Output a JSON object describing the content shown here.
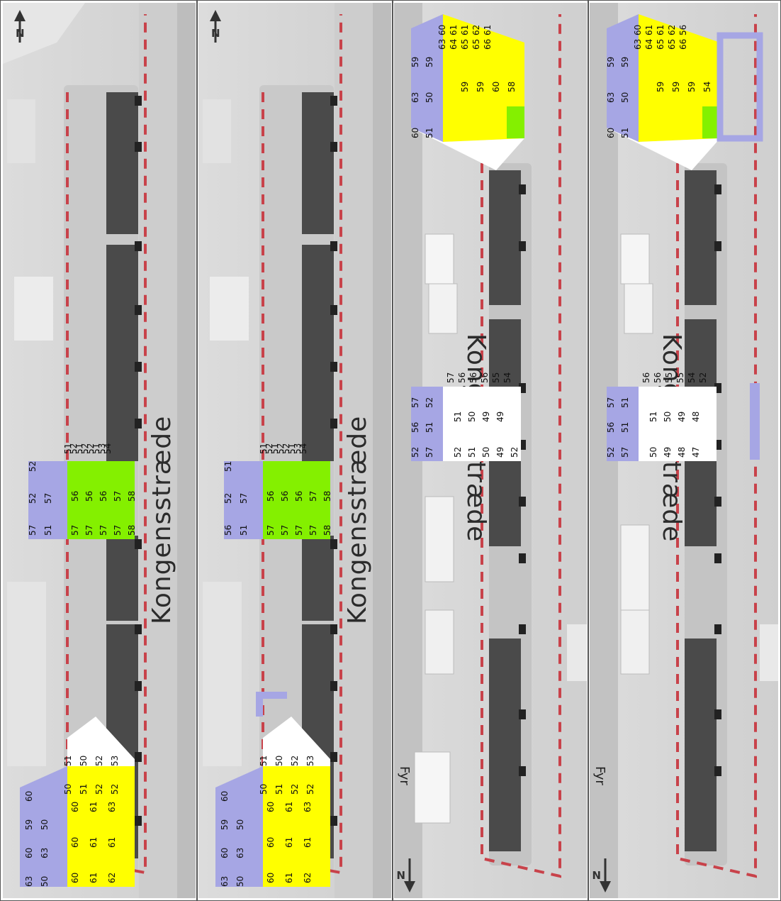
{
  "street_name": "Kongensstræde",
  "north_label": "N",
  "fyr_label": "Fyr",
  "colors": {
    "roof": "#a6a6e4",
    "yellow": "#ffff00",
    "green": "#84f000",
    "white": "#ffffff",
    "dash": "#c8424a",
    "pavement": "#d2d2d2",
    "dark": "#4a4a4a"
  },
  "panels": [
    {
      "id": "panel-1",
      "north_arrow": "top",
      "blocks": {
        "left": {
          "roof_labels": [
            "63",
            "60",
            "59",
            "60",
            "50",
            "63",
            "50"
          ],
          "white_labels": [
            "50",
            "51",
            "51",
            "50",
            "52",
            "52",
            "52",
            "53"
          ],
          "yellow_labels": [
            "60",
            "60",
            "60",
            "61",
            "61",
            "61",
            "62",
            "61",
            "63"
          ]
        },
        "mid": {
          "roof_labels": [
            "57",
            "52",
            "52",
            "51",
            "57"
          ],
          "top_labels": [
            "51",
            "52",
            "51",
            "52",
            "52",
            "51",
            "53",
            "54"
          ],
          "green_labels": [
            "57",
            "56",
            "57",
            "56",
            "57",
            "56",
            "57",
            "57",
            "58",
            "58"
          ]
        }
      }
    },
    {
      "id": "panel-2",
      "north_arrow": "top",
      "blocks": {
        "left": {
          "roof_labels": [
            "63",
            "60",
            "59",
            "60",
            "50",
            "63",
            "50"
          ],
          "white_labels": [
            "50",
            "51",
            "51",
            "50",
            "52",
            "52",
            "52",
            "53"
          ],
          "yellow_labels": [
            "60",
            "60",
            "60",
            "61",
            "61",
            "61",
            "62",
            "61",
            "63"
          ]
        },
        "mid": {
          "roof_labels": [
            "56",
            "52",
            "51",
            "51",
            "57"
          ],
          "top_labels": [
            "51",
            "52",
            "51",
            "52",
            "52",
            "51",
            "53",
            "54"
          ],
          "green_labels": [
            "57",
            "56",
            "57",
            "56",
            "57",
            "56",
            "57",
            "57",
            "58",
            "58"
          ]
        }
      }
    },
    {
      "id": "panel-3",
      "north_arrow": "bottom",
      "blocks": {
        "mid": {
          "roof_labels": [
            "52",
            "56",
            "57",
            "57",
            "51",
            "52"
          ],
          "top_labels": [
            "57",
            "56",
            "56",
            "56",
            "55",
            "54"
          ],
          "white_labels": [
            "52",
            "51",
            "51",
            "50",
            "50",
            "49",
            "49",
            "49",
            "52"
          ]
        },
        "right": {
          "roof_labels": [
            "60",
            "63",
            "59",
            "51",
            "50",
            "59"
          ],
          "top_labels": [
            "63",
            "60",
            "64",
            "61",
            "65",
            "61",
            "65",
            "62",
            "66",
            "61"
          ],
          "yellow_labels": [
            "59",
            "59",
            "60",
            "58"
          ]
        }
      }
    },
    {
      "id": "panel-4",
      "north_arrow": "bottom",
      "blocks": {
        "mid": {
          "roof_labels": [
            "52",
            "56",
            "57",
            "57",
            "51",
            "51"
          ],
          "top_labels": [
            "56",
            "56",
            "55",
            "55",
            "54",
            "52"
          ],
          "white_labels": [
            "50",
            "51",
            "49",
            "50",
            "48",
            "49",
            "47",
            "48"
          ]
        },
        "right": {
          "roof_labels": [
            "60",
            "63",
            "59",
            "51",
            "50",
            "59"
          ],
          "top_labels": [
            "63",
            "60",
            "64",
            "61",
            "65",
            "61",
            "65",
            "62",
            "66",
            "56"
          ],
          "yellow_labels": [
            "59",
            "59",
            "59",
            "54"
          ]
        }
      }
    }
  ]
}
